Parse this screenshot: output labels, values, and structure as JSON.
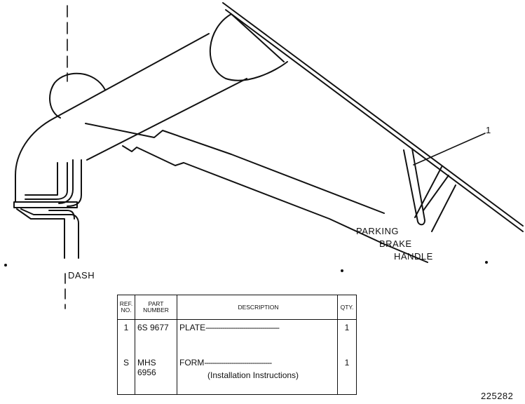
{
  "labels": {
    "callout": "1",
    "parking_line1": "PARKING",
    "parking_line2": "BRAKE",
    "parking_line3": "HANDLE",
    "dash": "DASH",
    "figure_number": "225282"
  },
  "table": {
    "headers": {
      "ref_line1": "REF.",
      "ref_line2": "NO.",
      "part_line1": "PART",
      "part_line2": "NUMBER",
      "description": "DESCRIPTION",
      "qty": "QTY."
    },
    "rows": [
      {
        "ref": "1",
        "part": "6S 9677",
        "description": "PLATE",
        "leader": "-----------------------------------",
        "note": "",
        "qty": "1"
      },
      {
        "ref": "S",
        "part": "MHS 6956",
        "description": "FORM",
        "leader": "--------------------------------",
        "note": "(Installation Instructions)",
        "qty": "1"
      }
    ]
  }
}
